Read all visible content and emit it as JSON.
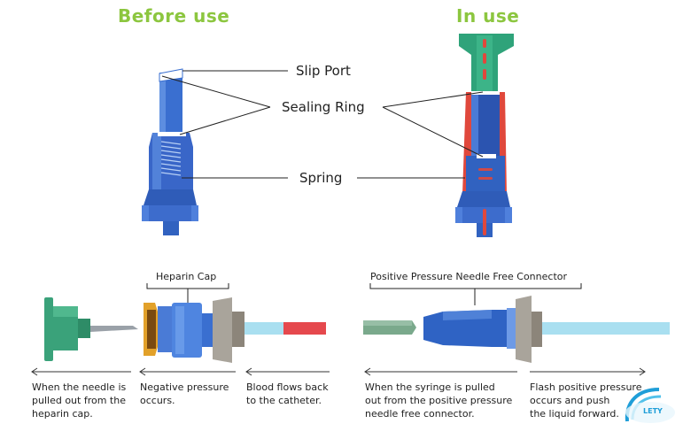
{
  "headings": {
    "before": "Before use",
    "in_use": "In use"
  },
  "callouts": {
    "slip_port": "Slip Port",
    "sealing_ring": "Sealing Ring",
    "spring": "Spring"
  },
  "top_labels": {
    "heparin_cap": "Heparin Cap",
    "positive_connector": "Positive Pressure Needle Free Connector"
  },
  "captions": [
    {
      "id": "needle-pulled",
      "lines": [
        "When the needle is",
        "pulled out from the",
        "heparin cap."
      ]
    },
    {
      "id": "negative-pressure",
      "lines": [
        "Negative pressure",
        "occurs."
      ]
    },
    {
      "id": "blood-flows",
      "lines": [
        "Blood flows back",
        "to the catheter."
      ]
    },
    {
      "id": "syringe-pulled",
      "lines": [
        "When the syringe is pulled",
        "out from the positive pressure",
        "needle free connector."
      ]
    },
    {
      "id": "flash-positive",
      "lines": [
        "Flash positive pressure",
        "occurs and push",
        "the liquid forward."
      ]
    }
  ],
  "logo": {
    "text": "LETY"
  },
  "colors": {
    "heading_green": "#8cc63f",
    "device_blue": "#2e5fbf",
    "device_light_blue": "#5d8ee0",
    "seal_white": "#ffffff",
    "pressure_red": "#e0483c",
    "syringe_green": "#2fa37a",
    "tube_light": "#a9dff0",
    "tube_red": "#e5484d",
    "needle_hub_green": "#3aa27a"
  }
}
